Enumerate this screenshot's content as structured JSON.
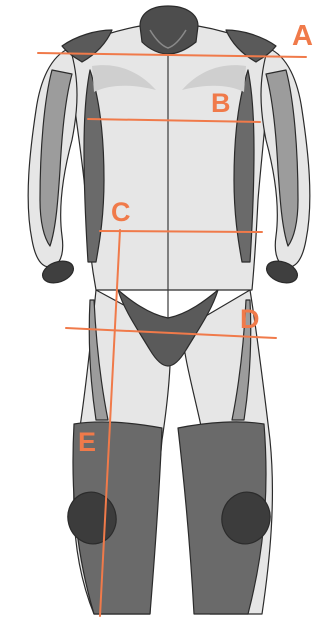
{
  "diagram": {
    "labels": {
      "a": "A",
      "b": "B",
      "c": "C",
      "d": "D",
      "e": "E"
    },
    "colors": {
      "measure": "#f07a4a",
      "suit_light": "#e5e5e5",
      "suit_mid": "#9c9c9c",
      "suit_dark": "#5a5a5a",
      "outline": "#2b2b2b"
    }
  }
}
